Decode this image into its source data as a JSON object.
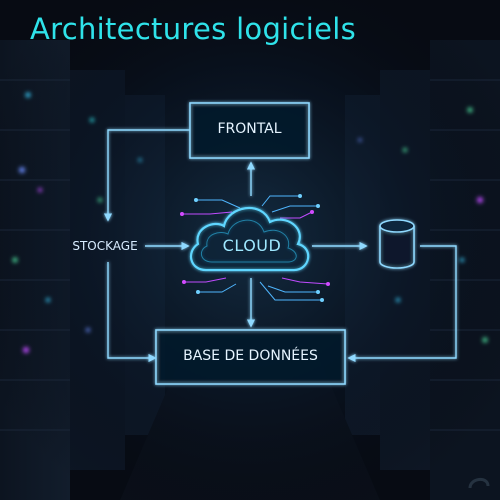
{
  "page": {
    "title": "Architectures logiciels"
  },
  "nodes": {
    "frontend": "FRONTAL",
    "cloud": "CLOUD",
    "storage": "STOCKAGE",
    "database": "BASE DE DONNÉES"
  },
  "colors": {
    "accent": "#2fe3ea",
    "line": "#7fd3ff",
    "box": "#8fd9ff",
    "circuit_magenta": "#d24bff"
  },
  "icons": [
    "cloud-icon",
    "database-cylinder-icon"
  ]
}
